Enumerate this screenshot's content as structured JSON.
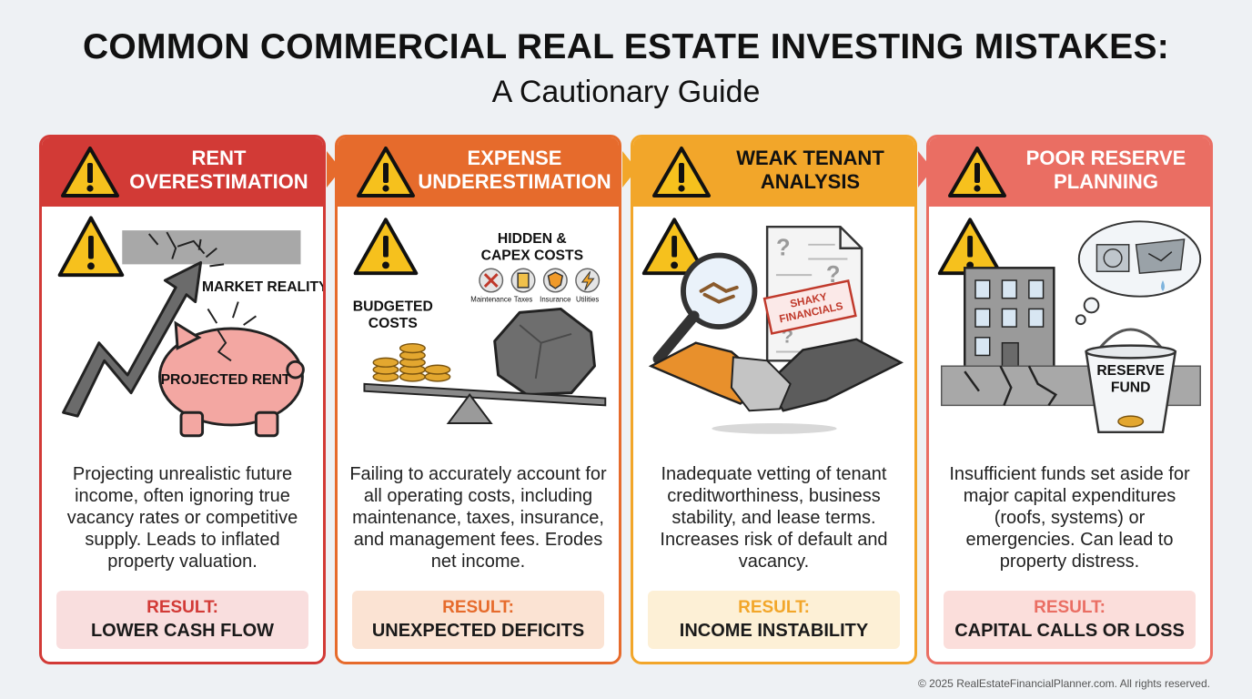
{
  "header": {
    "title": "COMMON COMMERCIAL REAL ESTATE INVESTING MISTAKES:",
    "subtitle": "A Cautionary Guide"
  },
  "colors": {
    "rent": "#d23a36",
    "expense": "#e66b2c",
    "tenant": "#f2a62a",
    "reserve": "#ea6e63"
  },
  "cards": [
    {
      "title": "RENT OVERESTIMATION",
      "labels": {
        "market": "MARKET REALITY",
        "projected": "PROJECTED RENT"
      },
      "description": "Projecting unrealistic future income, often ignoring true vacancy rates or competitive supply. Leads to inflated property valuation.",
      "result_label": "RESULT:",
      "result_value": "LOWER CASH FLOW"
    },
    {
      "title": "EXPENSE UNDERESTIMATION",
      "labels": {
        "hidden": "HIDDEN & CAPEX COSTS",
        "budgeted": "BUDGETED COSTS",
        "icons": [
          "Maintenance",
          "Taxes",
          "Insurance",
          "Utilities"
        ]
      },
      "description": "Failing to accurately account for all operating costs, including maintenance, taxes, insurance, and management fees. Erodes net income.",
      "result_label": "RESULT:",
      "result_value": "UNEXPECTED DEFICITS"
    },
    {
      "title": "WEAK TENANT ANALYSIS",
      "labels": {
        "stamp": "SHAKY FINANCIALS"
      },
      "description": "Inadequate vetting of tenant creditworthiness, business stability, and lease terms. Increases risk of default and vacancy.",
      "result_label": "RESULT:",
      "result_value": "INCOME INSTABILITY"
    },
    {
      "title": "POOR RESERVE PLANNING",
      "labels": {
        "bucket": "RESERVE FUND"
      },
      "description": "Insufficient funds set aside for major capital expenditures (roofs, systems) or emergencies. Can lead to property distress.",
      "result_label": "RESULT:",
      "result_value": "CAPITAL CALLS OR LOSS"
    }
  ],
  "footer": "© 2025 RealEstateFinancialPlanner.com. All rights reserved."
}
